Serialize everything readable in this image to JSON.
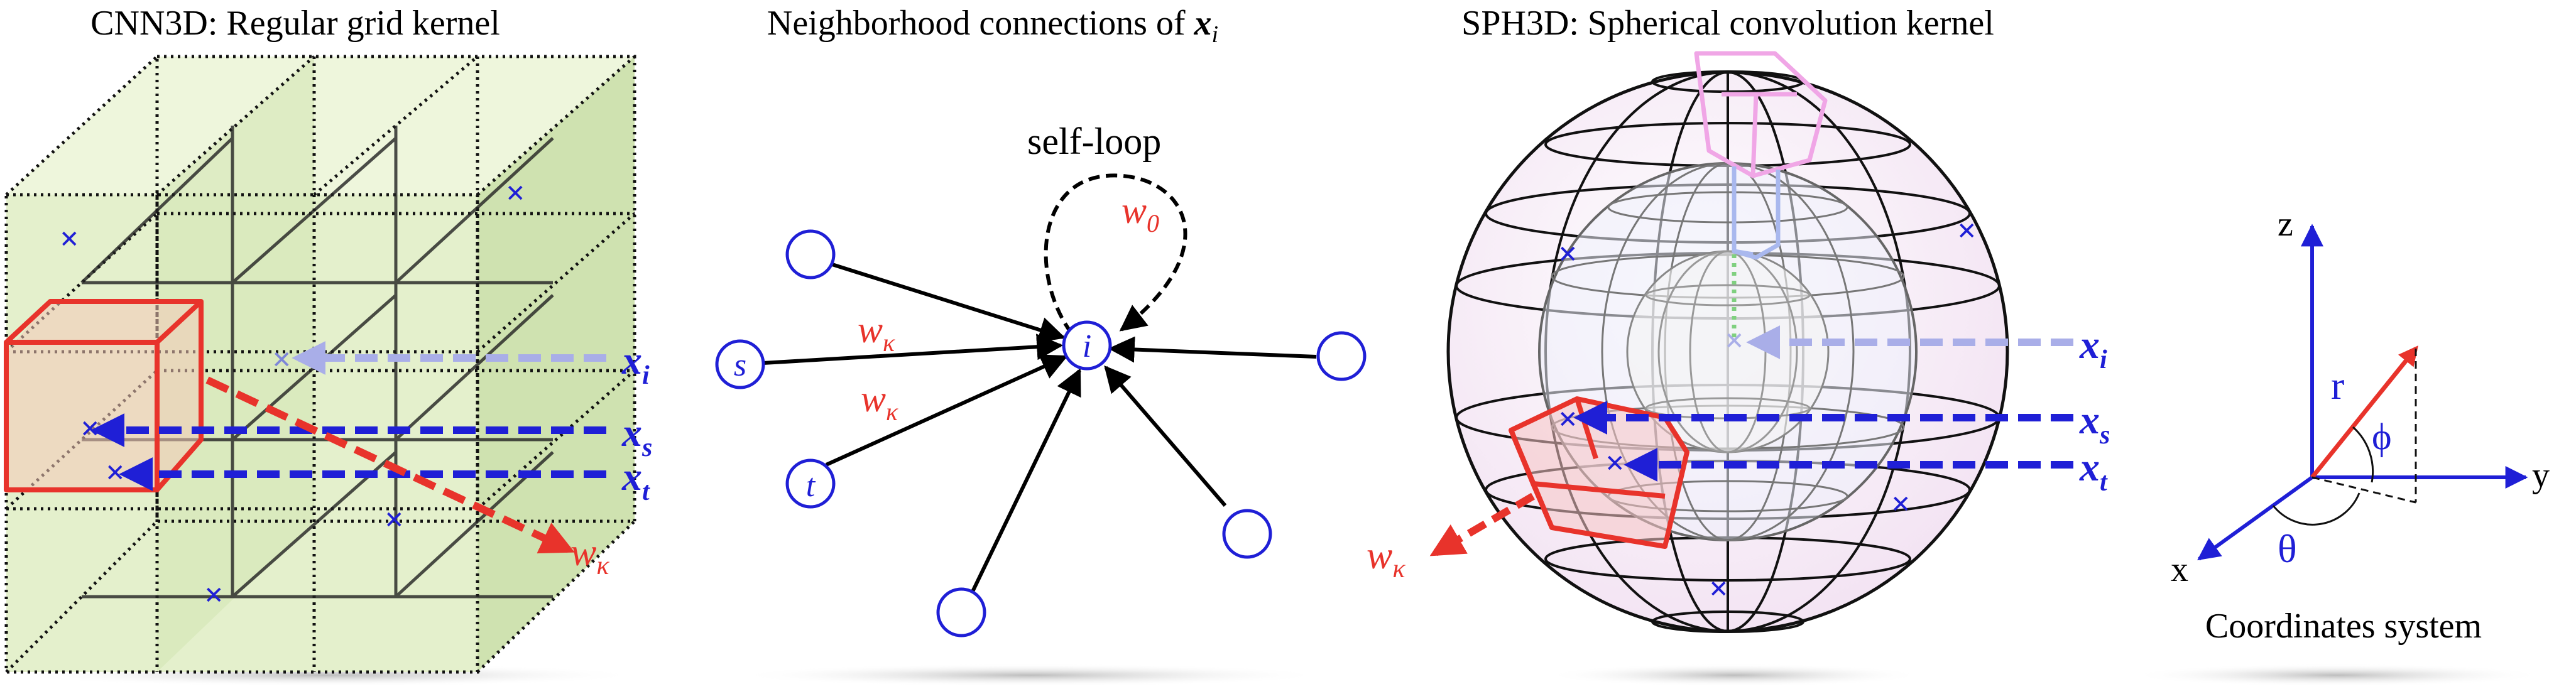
{
  "panels": {
    "cnn3d": {
      "title": "CNN3D: Regular grid kernel",
      "labels": {
        "xi_base": "x",
        "xi_sub": "i",
        "xs_base": "x",
        "xs_sub": "s",
        "xt_base": "x",
        "xt_sub": "t",
        "wk_base": "w",
        "wk_sub": "κ"
      },
      "marker": "×"
    },
    "graph": {
      "title_prefix": "Neighborhood connections of ",
      "title_var_base": "x",
      "title_var_sub": "i",
      "self_loop_label": "self-loop",
      "w0_base": "w",
      "w0_sub": "0",
      "wk1_base": "w",
      "wk1_sub": "κ",
      "wk2_base": "w",
      "wk2_sub": "κ",
      "nodes": {
        "center": "i",
        "s": "s",
        "t": "t"
      }
    },
    "sph3d": {
      "title": "SPH3D: Spherical convolution kernel",
      "labels": {
        "xi_base": "x",
        "xi_sub": "i",
        "xs_base": "x",
        "xs_sub": "s",
        "xt_base": "x",
        "xt_sub": "t",
        "wk_base": "w",
        "wk_sub": "κ"
      },
      "marker": "×"
    },
    "coords": {
      "axis_z": "z",
      "axis_y": "y",
      "axis_x": "x",
      "r": "r",
      "phi": "ϕ",
      "theta": "θ",
      "caption": "Coordinates system"
    }
  },
  "colors": {
    "red": "#e8332b",
    "blue": "#1f1fd6",
    "light_blue": "#a9aee8",
    "grid_fill": "#dfeec0",
    "pink": "#f0a6e6",
    "sphere_fill": "#f8ecf7"
  }
}
